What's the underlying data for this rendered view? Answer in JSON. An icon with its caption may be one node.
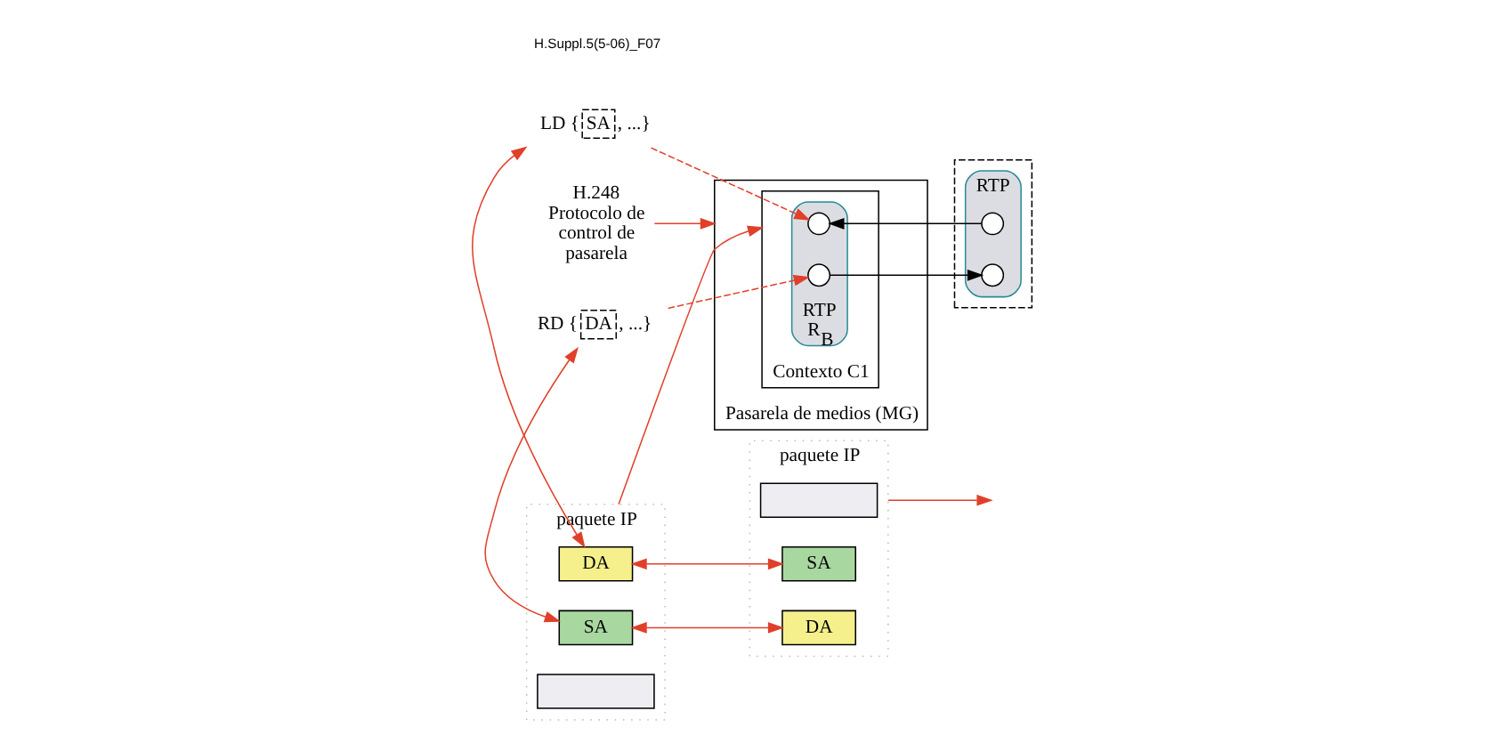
{
  "diagram": {
    "nodes": [
      {
        "text": [
          "Pasarela de medios (MG)"
        ]
      },
      {
        "text": [
          "Contexto C1"
        ],
        "in": 0
      },
      {
        "text": [
          "RTP",
          "R$_{B}$"
        ],
        "in": 1
      },
      {
        "text": [],
        "shape": "circle",
        "in": 2
      },
      {
        "text": [],
        "shape": "circle",
        "in": 2
      },
      {
        "text": [
          "DA"
        ],
        "beside": [
          "RD {",
          ", ...}"
        ]
      },
      {
        "text": [
          "SA"
        ],
        "beside": [
          "LD {",
          ", ...}"
        ]
      },
      {
        "text": [
          "H.248 Protocolo de control de pasarela"
        ]
      },
      {
        "text": [
          "paquete IP"
        ]
      },
      {
        "text": [
          "DA"
        ],
        "in": 8
      },
      {
        "text": [
          "SA"
        ],
        "in": 8
      },
      {
        "text": [],
        "shape": "box",
        "in": 8
      },
      {
        "text": [
          "paquete IP"
        ]
      },
      {
        "text": [],
        "shape": "box",
        "in": 12
      },
      {
        "text": [
          "SA"
        ],
        "in": 12
      },
      {
        "text": [
          "DA"
        ],
        "in": 12
      },
      {
        "text": [],
        "shape": "box"
      },
      {
        "text": [
          "RTP"
        ],
        "in": 16
      },
      {
        "text": [],
        "shape": "circle",
        "in": 17
      },
      {
        "text": [],
        "shape": "circle",
        "in": 17
      }
    ],
    "edges": [
      {
        "from": 7,
        "to": 0,
        "arrow": "to"
      },
      {
        "from": 5,
        "to": 4,
        "arrow": "to",
        "style": "dashed"
      },
      {
        "from": 6,
        "to": 3,
        "arrow": "to",
        "style": "dashed"
      },
      {
        "from": 5,
        "to": 10,
        "arrow": "both"
      },
      {
        "from": 6,
        "to": 9,
        "arrow": "both"
      },
      {
        "from": 9,
        "to": 14,
        "arrow": "both"
      },
      {
        "from": 10,
        "to": 15,
        "arrow": "both"
      },
      {
        "from": 8,
        "to": 1,
        "arrow": "to"
      },
      {
        "from": 12,
        "to": null,
        "arrow": "to"
      },
      {
        "from": 18,
        "to": 3,
        "arrow": "to",
        "color": "#000000"
      },
      {
        "from": 4,
        "to": 19,
        "arrow": "to",
        "color": "#000000"
      }
    ],
    "labels": [
      "H.Suppl.5(5-06)_F07"
    ]
  }
}
